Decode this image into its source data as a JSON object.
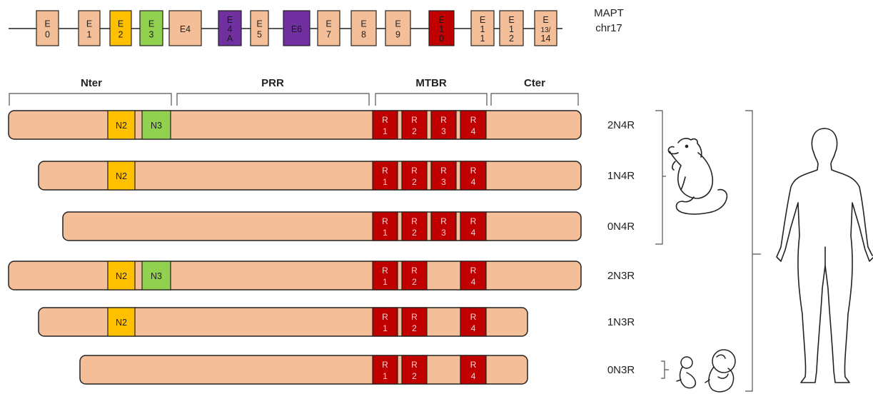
{
  "gene": {
    "name": "MAPT",
    "chromosome": "chr17",
    "exons": [
      {
        "lines": [
          "E",
          "0"
        ],
        "type": "normal"
      },
      {
        "lines": [
          "E",
          "1"
        ],
        "type": "normal"
      },
      {
        "lines": [
          "E",
          "2"
        ],
        "type": "n2"
      },
      {
        "lines": [
          "E",
          "3"
        ],
        "type": "n3"
      },
      {
        "lines": [
          "E4"
        ],
        "type": "normal"
      },
      {
        "lines": [
          "E",
          "4",
          "A"
        ],
        "type": "purple"
      },
      {
        "lines": [
          "E",
          "5"
        ],
        "type": "normal"
      },
      {
        "lines": [
          "E6"
        ],
        "type": "purple"
      },
      {
        "lines": [
          "E",
          "7"
        ],
        "type": "normal"
      },
      {
        "lines": [
          "E",
          "8"
        ],
        "type": "normal"
      },
      {
        "lines": [
          "E",
          "9"
        ],
        "type": "normal"
      },
      {
        "lines": [
          "E",
          "1",
          "0"
        ],
        "type": "red"
      },
      {
        "lines": [
          "E",
          "1",
          "1"
        ],
        "type": "normal"
      },
      {
        "lines": [
          "E",
          "1",
          "2"
        ],
        "type": "normal"
      },
      {
        "lines": [
          "E",
          "13/",
          "14"
        ],
        "type": "normal"
      }
    ]
  },
  "domains": [
    "Nter",
    "PRR",
    "MTBR",
    "Cter"
  ],
  "isoforms": [
    {
      "name": "2N4R",
      "n_inserts": [
        "N2",
        "N3"
      ],
      "repeats": [
        [
          "R",
          "1"
        ],
        [
          "R",
          "2"
        ],
        [
          "R",
          "3"
        ],
        [
          "R",
          "4"
        ]
      ]
    },
    {
      "name": "1N4R",
      "n_inserts": [
        "N2"
      ],
      "repeats": [
        [
          "R",
          "1"
        ],
        [
          "R",
          "2"
        ],
        [
          "R",
          "3"
        ],
        [
          "R",
          "4"
        ]
      ]
    },
    {
      "name": "0N4R",
      "n_inserts": [],
      "repeats": [
        [
          "R",
          "1"
        ],
        [
          "R",
          "2"
        ],
        [
          "R",
          "3"
        ],
        [
          "R",
          "4"
        ]
      ]
    },
    {
      "name": "2N3R",
      "n_inserts": [
        "N2",
        "N3"
      ],
      "repeats": [
        [
          "R",
          "1"
        ],
        [
          "R",
          "2"
        ],
        [
          "R",
          "4"
        ]
      ]
    },
    {
      "name": "1N3R",
      "n_inserts": [
        "N2"
      ],
      "repeats": [
        [
          "R",
          "1"
        ],
        [
          "R",
          "2"
        ],
        [
          "R",
          "4"
        ]
      ]
    },
    {
      "name": "0N3R",
      "n_inserts": [],
      "repeats": [
        [
          "R",
          "1"
        ],
        [
          "R",
          "2"
        ],
        [
          "R",
          "4"
        ]
      ]
    }
  ],
  "organisms": [
    {
      "icon": "mouse-icon",
      "spans": [
        "2N4R",
        "1N4R",
        "0N4R"
      ]
    },
    {
      "icon": "human-body-icon",
      "spans": [
        "2N4R",
        "1N4R",
        "0N4R",
        "2N3R",
        "1N3R",
        "0N3R"
      ]
    },
    {
      "icon": "fetus-icon",
      "spans": [
        "0N3R"
      ]
    }
  ],
  "colors": {
    "exon_normal": "#f4bf98",
    "n2": "#ffc000",
    "n3": "#92d050",
    "purple": "#7030a0",
    "red": "#c00000",
    "protein": "#f4bf98",
    "outline": "#222222"
  }
}
